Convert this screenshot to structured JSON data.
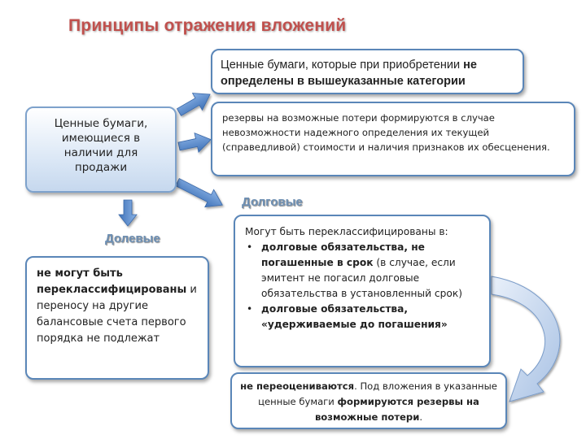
{
  "title": "Принципы отражения вложений",
  "source_box": {
    "text": "Ценные бумаги, имеющиеся в наличии для продажи"
  },
  "top_box": {
    "text_regular": "Ценные бумаги, которые при приобретении ",
    "text_bold": "не определены в вышеуказанные категории"
  },
  "reserve_box": {
    "text": "резервы на возможные потери формируются в случае невозможности надежного определения их текущей (справедливой) стоимости и наличия признаков их обесценения."
  },
  "debt_label": "Долговые",
  "debt_box": {
    "intro": "Могут быть переклассифицированы в:",
    "bullet_char": "•",
    "item1_bold": "долговые обязательства, не погашенные в срок",
    "item1_regular": " (в случае, если эмитент не погасил долговые обязательства в установленный срок)",
    "item2_bold": "долговые обязательства, «удерживаемые до погашения»"
  },
  "equity_label": "Долевые",
  "equity_box": {
    "text_bold": "не могут быть переклассифицированы",
    "text_regular": " и переносу на другие балансовые счета первого порядка не подлежат"
  },
  "bottom_box": {
    "part1_bold": "не переоцениваются",
    "part2": ". Под вложения в указанные ценные бумаги ",
    "part3_bold": "формируются резервы на возможные потери",
    "part4": "."
  },
  "colors": {
    "title": "#c0504d",
    "box_border": "#5a86b8",
    "arrow_fill": "#5b8fd1",
    "curved_arrow_fill": "#bfd1ea",
    "label": "#6d8fb3"
  }
}
